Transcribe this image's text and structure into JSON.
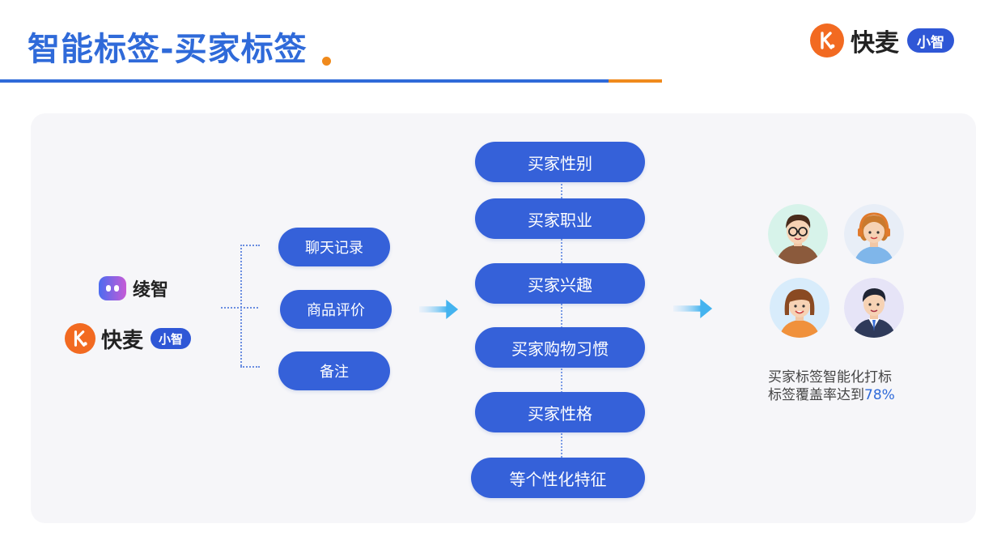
{
  "header": {
    "title": "智能标签-买家标签"
  },
  "brand": {
    "name": "快麦",
    "badge": "小智",
    "k_letter": "K"
  },
  "partner": {
    "name": "绫智"
  },
  "sources": [
    "聊天记录",
    "商品评价",
    "备注"
  ],
  "tags": [
    "买家性别",
    "买家职业",
    "买家兴趣",
    "买家购物习惯",
    "买家性格",
    "等个性化特征"
  ],
  "result": {
    "line1": "买家标签智能化打标",
    "line2_prefix": "标签覆盖率达到",
    "coverage": "78%"
  },
  "colors": {
    "primary": "#2f6ad9",
    "node": "#3561d9",
    "accent": "#f08a1c",
    "brand_orange": "#f26a21"
  },
  "avatars": [
    "avatar-man-glasses",
    "avatar-woman-headset",
    "avatar-woman-smiling",
    "avatar-man-suit"
  ]
}
